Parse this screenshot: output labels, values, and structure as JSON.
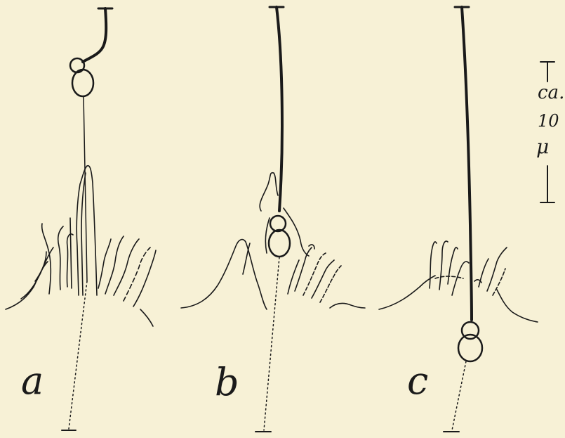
{
  "panels": [
    {
      "id": "a",
      "label": "a"
    },
    {
      "id": "b",
      "label": "b"
    },
    {
      "id": "c",
      "label": "c"
    }
  ],
  "scale_bar": {
    "lines": [
      "ca.",
      "10",
      "μ"
    ]
  }
}
